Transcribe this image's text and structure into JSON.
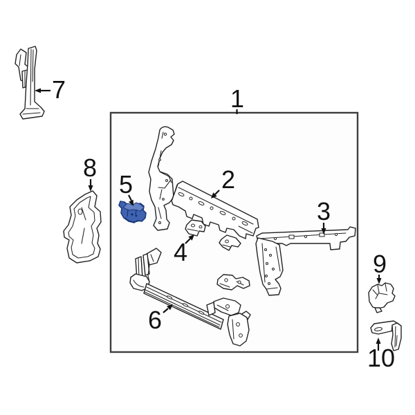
{
  "diagram": {
    "background": "#ffffff",
    "line_color": "#222222",
    "box": {
      "border_color": "#3d3d3d",
      "fill": "#fdfdfd"
    },
    "highlight": {
      "fill": "#3f63b0",
      "top_fill": "#6583c4",
      "stroke": "#1c3a7d"
    },
    "highlighted_callout": "5",
    "callouts": [
      "1",
      "2",
      "3",
      "4",
      "5",
      "6",
      "7",
      "8",
      "9",
      "10"
    ]
  }
}
